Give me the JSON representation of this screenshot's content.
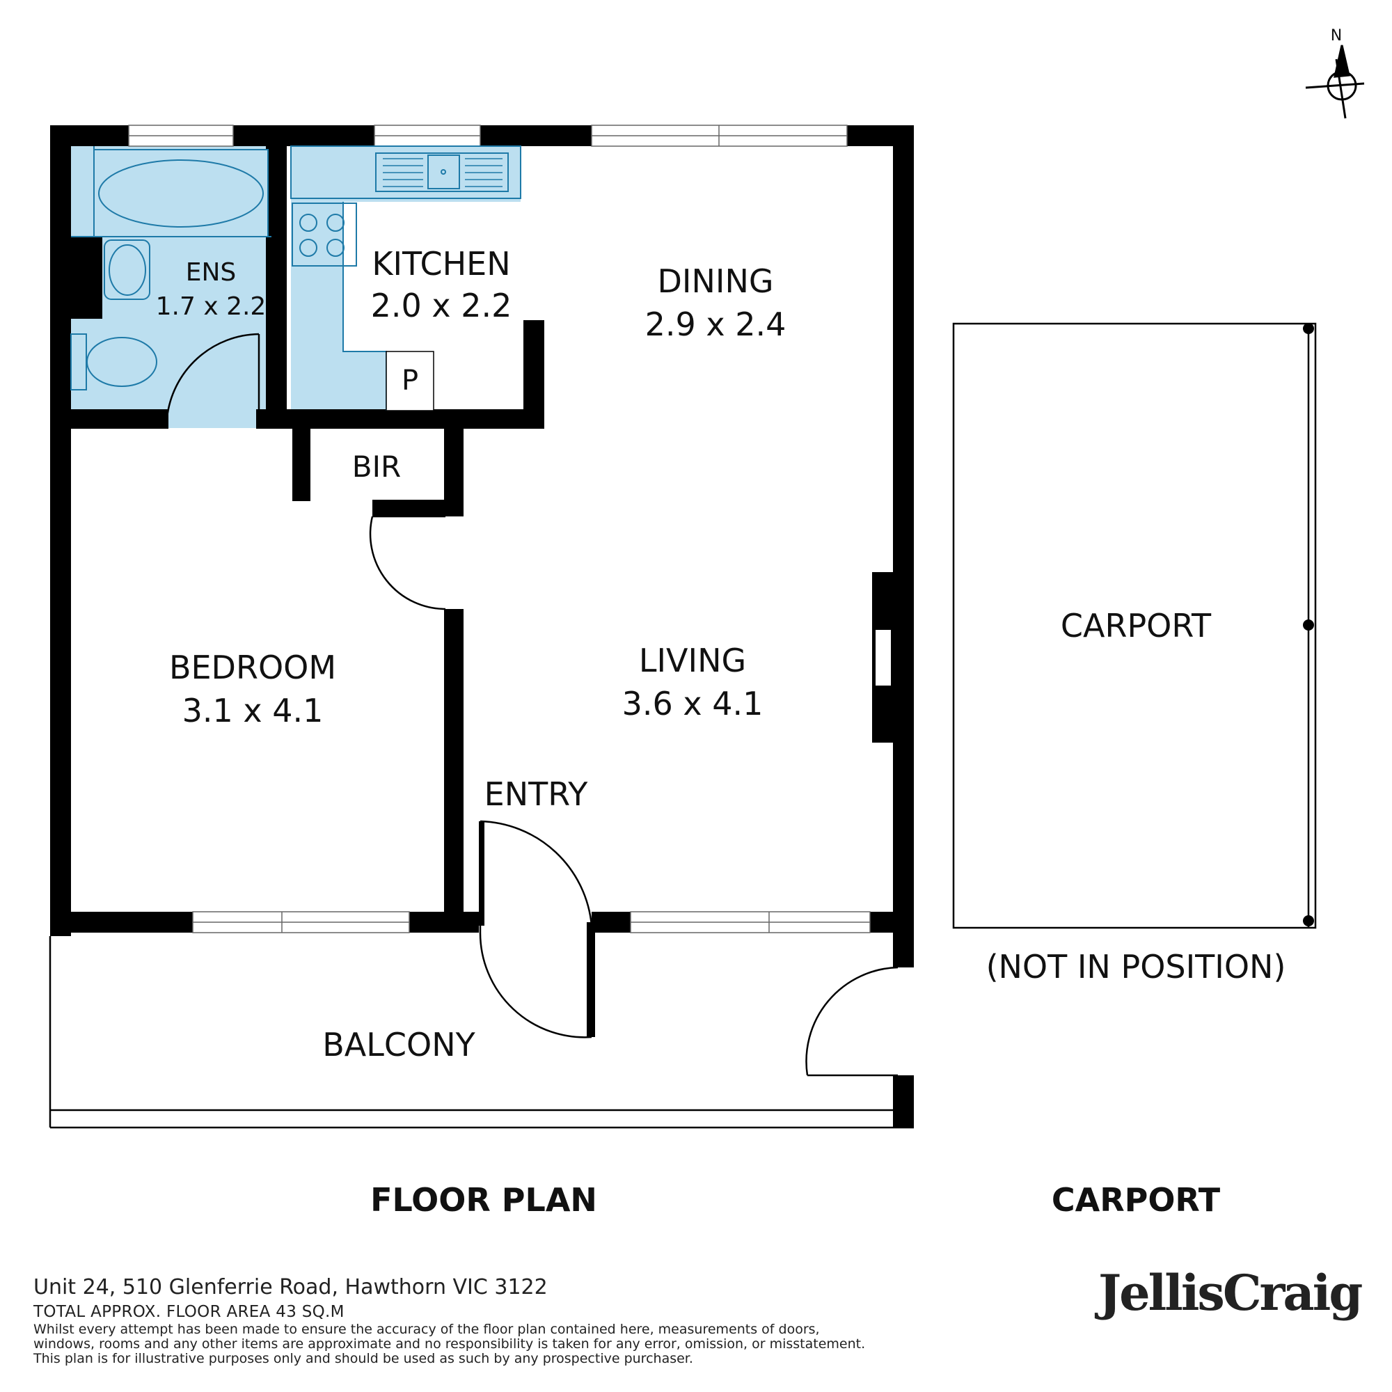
{
  "rooms": {
    "ensuite": {
      "name": "ENS",
      "dims": "1.7 x 2.2"
    },
    "kitchen": {
      "name": "KITCHEN",
      "dims": "2.0 x 2.2",
      "pantry": "P"
    },
    "dining": {
      "name": "DINING",
      "dims": "2.9 x 2.4"
    },
    "bir": {
      "name": "BIR"
    },
    "bedroom": {
      "name": "BEDROOM",
      "dims": "3.1 x 4.1"
    },
    "living": {
      "name": "LIVING",
      "dims": "3.6 x 4.1"
    },
    "entry": {
      "name": "ENTRY"
    },
    "balcony": {
      "name": "BALCONY"
    }
  },
  "carport": {
    "name": "CARPORT",
    "note": "(NOT IN POSITION)"
  },
  "compass": {
    "north": "N"
  },
  "titles": {
    "floor_plan": "FLOOR PLAN",
    "carport": "CARPORT"
  },
  "footer": {
    "address": "Unit 24, 510 Glenferrie Road, Hawthorn VIC 3122",
    "area": "TOTAL APPROX. FLOOR AREA 43 SQ.M",
    "disclaimer_1": "Whilst every attempt has been made to ensure the accuracy of the floor plan contained here, measurements of doors,",
    "disclaimer_2": "windows, rooms and any other items are approximate and no responsibility is taken for any error, omission, or misstatement.",
    "disclaimer_3": "This plan is for illustrative purposes only and should be used as such by any prospective purchaser."
  },
  "brand": {
    "logo": "JellisCraig"
  },
  "colors": {
    "wet_area": "#bcdff0",
    "wall": "#000000",
    "fixture_stroke": "#1e7aa8"
  }
}
